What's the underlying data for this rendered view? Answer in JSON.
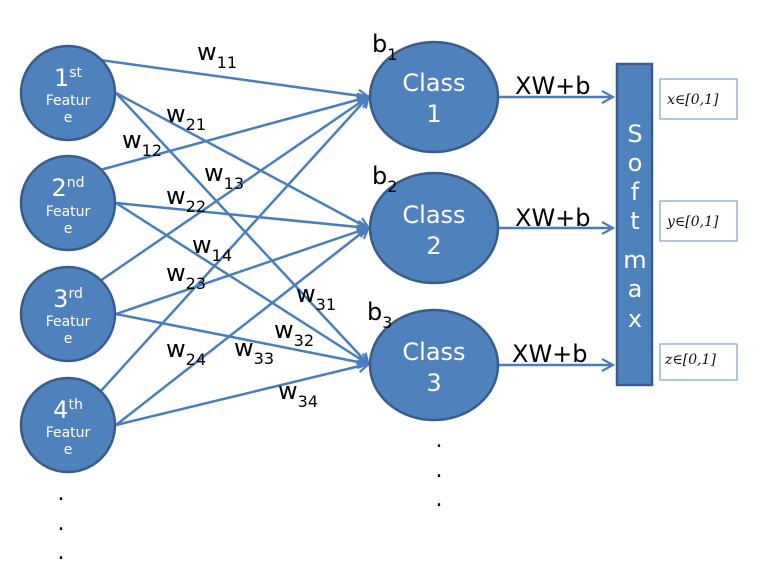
{
  "colors": {
    "node_fill": "#4f81bd",
    "node_stroke": "#385d8a",
    "edge": "#4a7ebb",
    "text_light": "#ffffff",
    "text_dark": "#000000"
  },
  "features": [
    {
      "num": "4",
      "sup": "th",
      "word_a": "Featur",
      "word_b": "e"
    },
    {
      "num": "1",
      "sup": "st",
      "word_a": "Featur",
      "word_b": "e"
    },
    {
      "num": "2",
      "sup": "nd",
      "word_a": "Featur",
      "word_b": "e"
    },
    {
      "num": "3",
      "sup": "rd",
      "word_a": "Featur",
      "word_b": "e"
    }
  ],
  "classes": [
    {
      "word": "Class",
      "num": "1",
      "bias": "b",
      "bias_sub": "1",
      "output": "XW+b",
      "range": "x∈[0,1]"
    },
    {
      "word": "Class",
      "num": "2",
      "bias": "b",
      "bias_sub": "2",
      "output": "XW+b",
      "range": "y∈[0,1]"
    },
    {
      "word": "Class",
      "num": "3",
      "bias": "b",
      "bias_sub": "3",
      "output": "XW+b",
      "range": "z∈[0,1]"
    }
  ],
  "softmax": [
    "S",
    "o",
    "f",
    "t",
    "m",
    "a",
    "x"
  ],
  "weights": [
    {
      "base": "w",
      "sub": "11"
    },
    {
      "base": "w",
      "sub": "21"
    },
    {
      "base": "w",
      "sub": "12"
    },
    {
      "base": "w",
      "sub": "13"
    },
    {
      "base": "w",
      "sub": "22"
    },
    {
      "base": "w",
      "sub": "14"
    },
    {
      "base": "w",
      "sub": "23"
    },
    {
      "base": "w",
      "sub": "31"
    },
    {
      "base": "w",
      "sub": "32"
    },
    {
      "base": "w",
      "sub": "33"
    },
    {
      "base": "w",
      "sub": "24"
    },
    {
      "base": "w",
      "sub": "34"
    }
  ],
  "ellipsis": "."
}
